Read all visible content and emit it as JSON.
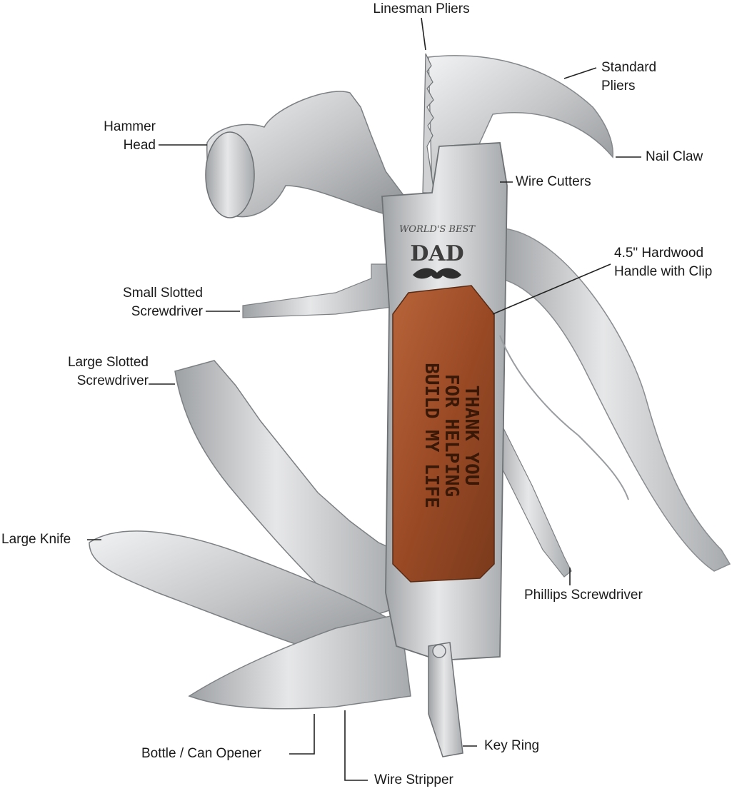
{
  "callouts": {
    "linesman_pliers": "Linesman Pliers",
    "standard_pliers_line1": "Standard",
    "standard_pliers_line2": "Pliers",
    "hammer_head_line1": "Hammer",
    "hammer_head_line2": "Head",
    "nail_claw": "Nail Claw",
    "wire_cutters": "Wire Cutters",
    "hardwood_handle_line1": "4.5\" Hardwood",
    "hardwood_handle_line2": "Handle with Clip",
    "small_slotted_line1": "Small Slotted",
    "small_slotted_line2": "Screwdriver",
    "large_slotted_line1": "Large Slotted",
    "large_slotted_line2": "Screwdriver",
    "large_knife": "Large Knife",
    "phillips_screwdriver": "Phillips Screwdriver",
    "key_ring": "Key Ring",
    "bottle_opener": "Bottle / Can Opener",
    "wire_stripper": "Wire Stripper"
  },
  "badge": {
    "arc_text": "WORLD'S BEST",
    "main_text": "DAD",
    "icon": "mustache-icon"
  },
  "engraving": {
    "line1": "THANK YOU",
    "line2": "FOR HELPING",
    "line3": "BUILD MY LIFE"
  },
  "colors": {
    "steel_light": "#e2e3e4",
    "steel_mid": "#b9bbbd",
    "steel_dark": "#7d8083",
    "wood": "#a0502a",
    "wood_dark": "#6e3218",
    "leader_line": "#222222"
  }
}
